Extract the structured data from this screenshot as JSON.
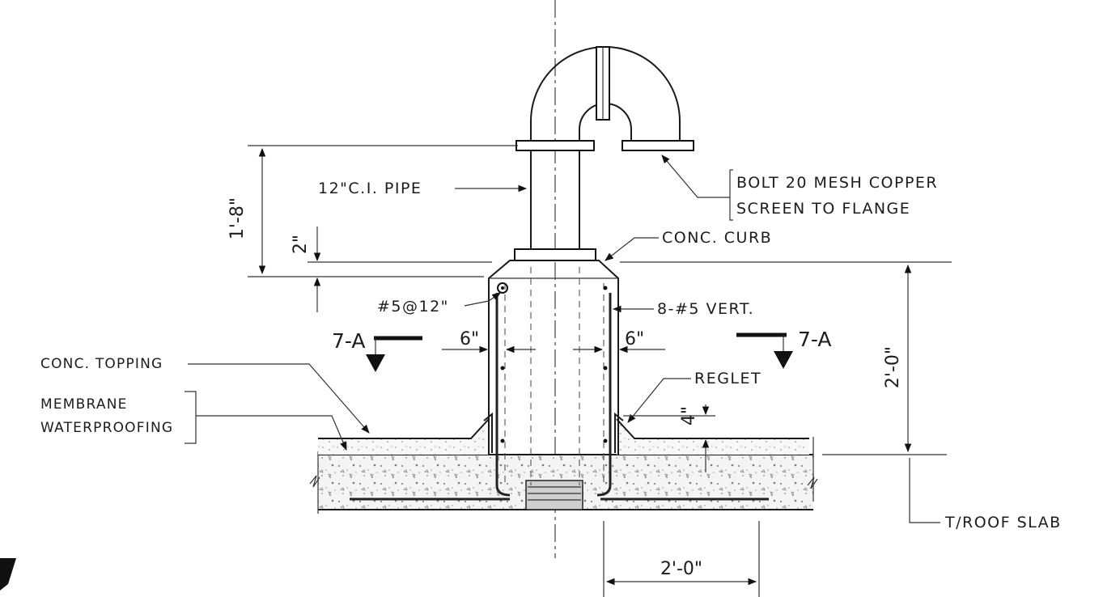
{
  "labels": {
    "pipe": "12\"C.I. PIPE",
    "screen_line1": "BOLT 20 MESH COPPER",
    "screen_line2": "SCREEN TO FLANGE",
    "curb": "CONC. CURB",
    "rebar_left": "#5@12\"",
    "rebar_right": "8-#5 VERT.",
    "topping": "CONC. TOPPING",
    "membrane_line1": "MEMBRANE",
    "membrane_line2": "WATERPROOFING",
    "reglet": "REGLET",
    "slab": "T/ROOF SLAB"
  },
  "dimensions": {
    "pipe_height": "1'-8\"",
    "curb_gap": "2\"",
    "wall_left": "6\"",
    "wall_right": "6\"",
    "curb_height": "2'-0\"",
    "reglet_height": "4\"",
    "bottom_width": "2'-0\""
  },
  "section_marks": {
    "left": "7-A",
    "right": "7-A"
  },
  "colors": {
    "line": "#1a1a1a",
    "paper": "#ffffff",
    "concrete_speckle": "#8a8a8a"
  }
}
